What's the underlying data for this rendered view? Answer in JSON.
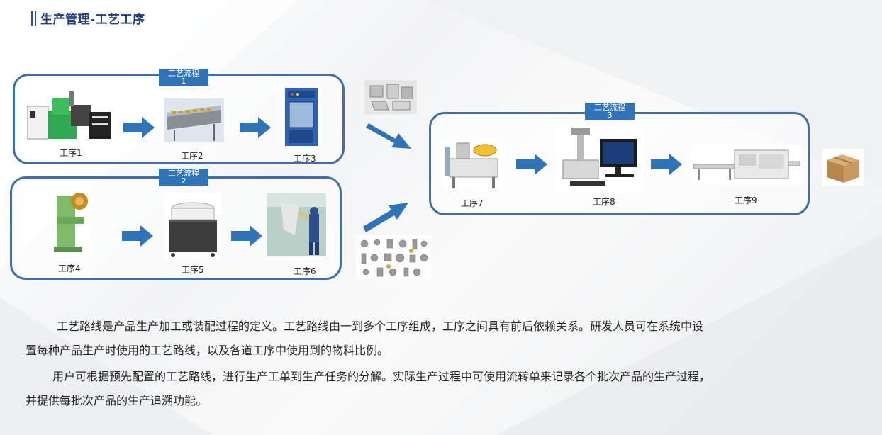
{
  "header": {
    "title": "生产管理-工艺工序"
  },
  "groups": [
    {
      "label_line1": "工艺流程",
      "label_line2": "1"
    },
    {
      "label_line1": "工艺流程",
      "label_line2": "2"
    },
    {
      "label_line1": "工艺流程",
      "label_line2": "3"
    }
  ],
  "steps": [
    "工序1",
    "工序2",
    "工序3",
    "工序4",
    "工序5",
    "工序6",
    "工序7",
    "工序8",
    "工序9"
  ],
  "paragraphs": {
    "p1_line1": "工艺路线是产品生产加工或装配过程的定义。工艺路线由一到多个工序组成，工序之间具有前后依赖关系。研发人员可在系统中设",
    "p1_line2": "置每种产品生产时使用的工艺路线，以及各道工序中使用到的物料比例。",
    "p2_line1": "用户可根据预先配置的工艺路线，进行生产工单到生产任务的分解。实际生产过程中可使用流转单来记录各个批次产品的生产过程，",
    "p2_line2": "并提供每批次产品的生产追溯功能。"
  },
  "colors": {
    "accent": "#2f73b8",
    "border": "#3d6fa8",
    "title": "#24407a"
  }
}
